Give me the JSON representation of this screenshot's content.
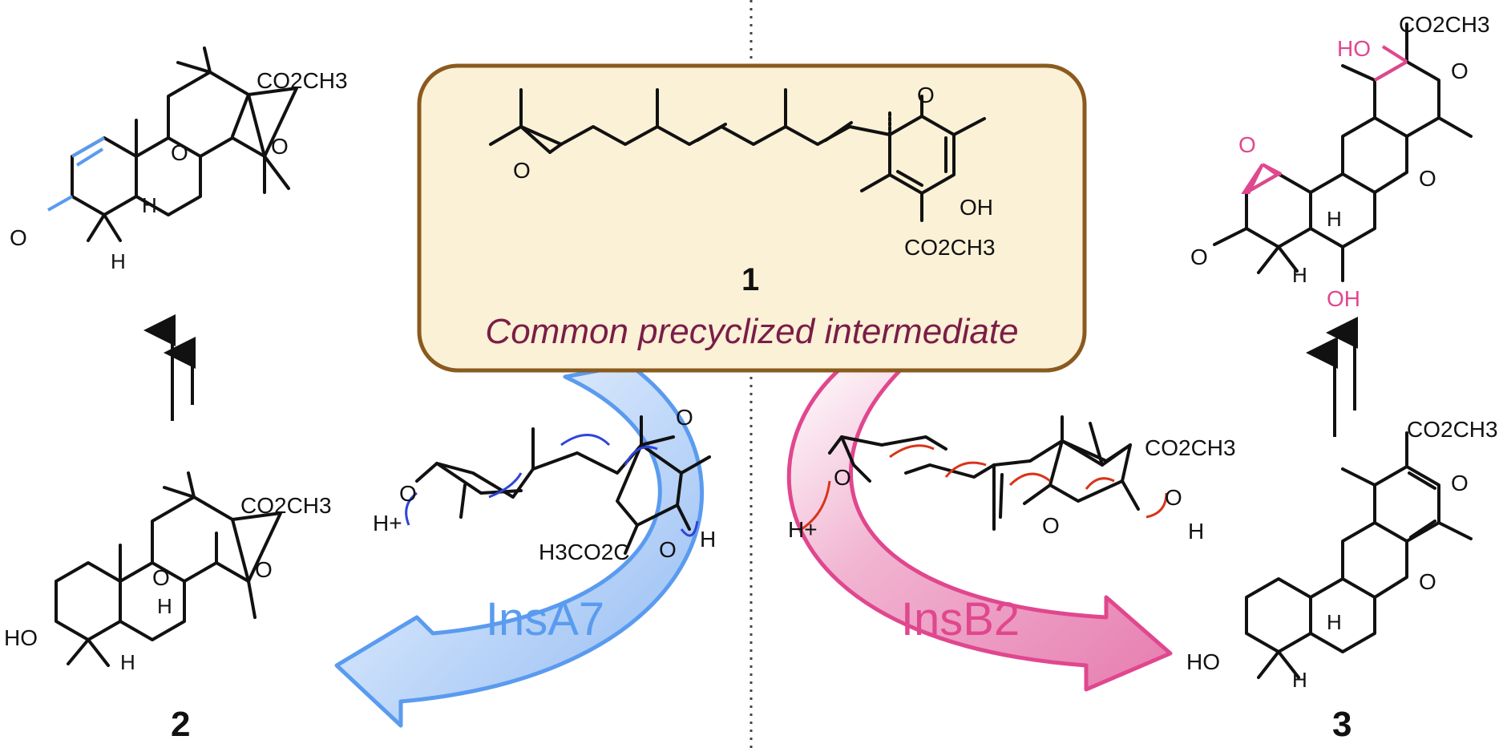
{
  "center": {
    "compound_number": "1",
    "caption": "Common precyclized intermediate",
    "label_top_ketone": "O",
    "label_oh": "OH",
    "label_ester": "CO2CH3",
    "label_epoxide_o": "O"
  },
  "left_top": {
    "ester": "CO2CH3",
    "ketone_bridge": "O",
    "ketone_side": "O",
    "ring_ketone": "O",
    "h1": "H",
    "h2": "H"
  },
  "left_bottom": {
    "compound_number": "2",
    "ester": "CO2CH3",
    "ketone_bridge": "O",
    "ketone_side": "O",
    "ho": "HO",
    "h1": "H",
    "h2": "H"
  },
  "left_enzyme": {
    "name": "InsA7",
    "hplus": "H+",
    "epox_o": "O",
    "ester": "H3CO2C",
    "oh_o": "O",
    "oh_h": "H",
    "ketone": "O"
  },
  "right_top": {
    "ho": "HO",
    "ester": "CO2CH3",
    "ketone": "O",
    "epox_o": "O",
    "ring_ketone": "O",
    "ring_o": "O",
    "h1": "H",
    "h2": "H",
    "oh": "OH"
  },
  "right_bottom": {
    "compound_number": "3",
    "ester": "CO2CH3",
    "ketone": "O",
    "ring_o": "O",
    "ho": "HO",
    "h1": "H",
    "h2": "H"
  },
  "right_enzyme": {
    "name": "InsB2",
    "hplus": "H+",
    "epox_o": "O",
    "ester": "CO2CH3",
    "ketone": "O",
    "oh_o": "O",
    "oh_h": "H"
  },
  "colors": {
    "blue": "#5a9bef",
    "pink": "#e0478e",
    "red": "#d9341a",
    "box_fill": "#fbf1d6",
    "box_stroke": "#8a5a1e",
    "caption": "#7a1d47"
  }
}
